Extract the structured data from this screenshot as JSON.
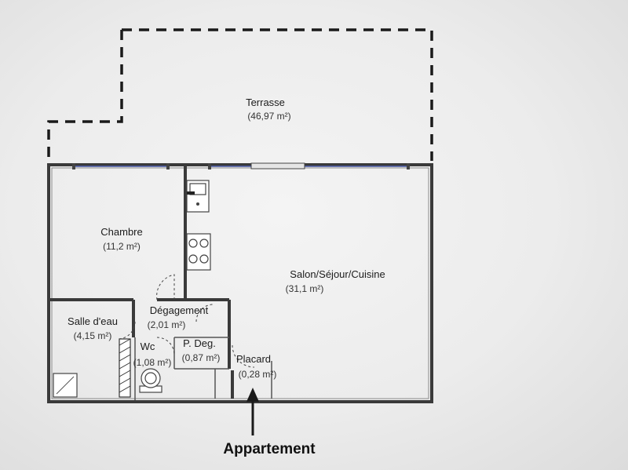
{
  "title": "Appartement",
  "rooms": {
    "terrasse": {
      "name": "Terrasse",
      "area": "(46,97 m²)"
    },
    "chambre": {
      "name": "Chambre",
      "area": "(11,2 m²)"
    },
    "salon": {
      "name": "Salon/Séjour/Cuisine",
      "area": "(31,1 m²)"
    },
    "salle_eau": {
      "name": "Salle d'eau",
      "area": "(4,15 m²)"
    },
    "degagement": {
      "name": "Dégagement",
      "area": "(2,01 m²)"
    },
    "wc": {
      "name": "Wc",
      "area": "(1,08 m²)"
    },
    "p_deg": {
      "name": "P. Deg.",
      "area": "(0,87 m²)"
    },
    "placard": {
      "name": "Placard",
      "area": "(0,28 m²)"
    }
  }
}
